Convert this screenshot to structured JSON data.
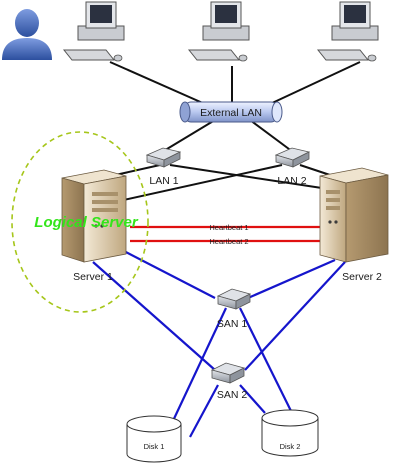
{
  "labels": {
    "external_lan": "External LAN",
    "lan1": "LAN 1",
    "lan2": "LAN 2",
    "logical_server": "Logical Server",
    "heartbeat1": "Heartbeat 1",
    "heartbeat2": "Heartbeat 2",
    "server1": "Server 1",
    "server2": "Server 2",
    "san1": "SAN 1",
    "san2": "SAN 2",
    "disk1": "Disk 1",
    "disk2": "Disk 2"
  },
  "colors": {
    "lan_line": "#111111",
    "heartbeat_line": "#e01010",
    "san_line": "#1515cc",
    "logical_ellipse": "#a6c61a",
    "logical_text": "#33e51a",
    "user": "#3a62b4",
    "external_lan": "#b8c8ef",
    "server_body": "#d9c6a8",
    "switch": "#b7bcc4"
  },
  "icons": [
    "user-icon",
    "workstation-icon",
    "external-lan-icon",
    "switch-icon",
    "server-tower-icon",
    "disk-cylinder-icon"
  ]
}
